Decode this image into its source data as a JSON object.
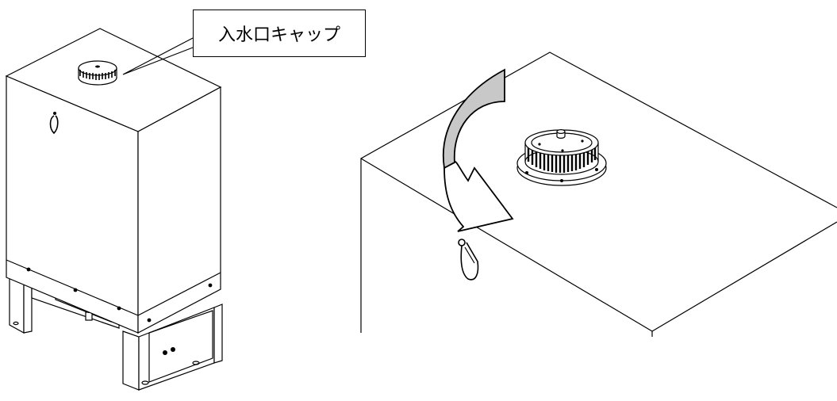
{
  "callout": {
    "label": "入水口キャップ"
  },
  "colors": {
    "line": "#000000",
    "arrow_fill": "#c8c8c8",
    "background": "#ffffff"
  },
  "figures": [
    {
      "name": "tank-overview",
      "kind": "isometric tank on stand"
    },
    {
      "name": "cap-closeup",
      "kind": "tank top with rotation arrow"
    }
  ]
}
